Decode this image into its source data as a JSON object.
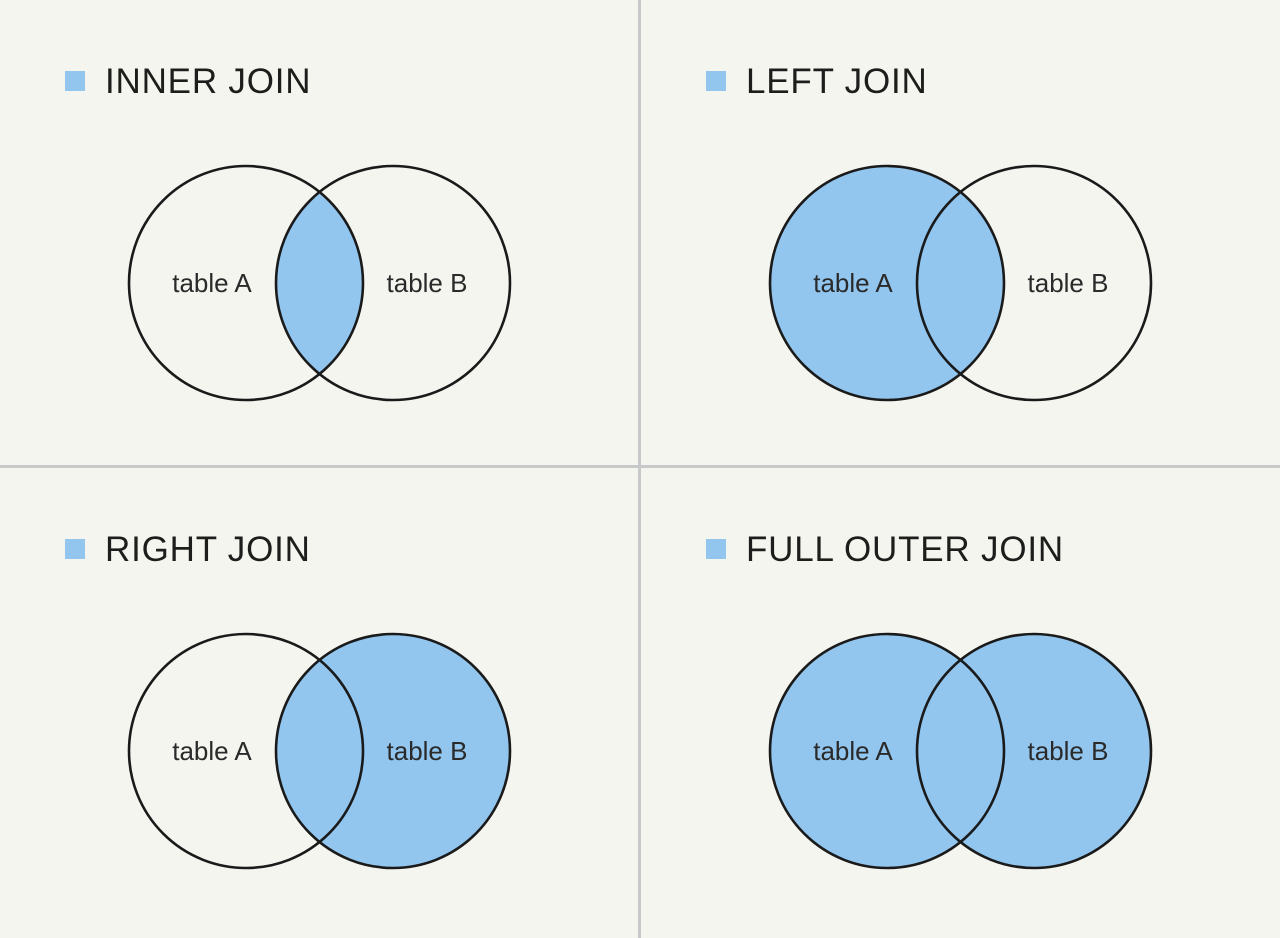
{
  "colors": {
    "background": "#F5F5F0",
    "divider": "#C7C8CA",
    "accent": "#92C6EF",
    "stroke": "#1A1A1A",
    "title-color": "#1D1D1B",
    "label-color": "#2A2A2A"
  },
  "panels": [
    {
      "title": "INNER JOIN",
      "label_a": "table A",
      "label_b": "table B",
      "circle_a_fill": "none",
      "circle_b_fill": "none",
      "intersection_fill": "#92C6EF"
    },
    {
      "title": "LEFT JOIN",
      "label_a": "table A",
      "label_b": "table B",
      "circle_a_fill": "#92C6EF",
      "circle_b_fill": "none",
      "intersection_fill": "#92C6EF"
    },
    {
      "title": "RIGHT JOIN",
      "label_a": "table A",
      "label_b": "table B",
      "circle_a_fill": "none",
      "circle_b_fill": "#92C6EF",
      "intersection_fill": "#92C6EF"
    },
    {
      "title": "FULL OUTER JOIN",
      "label_a": "table A",
      "label_b": "table B",
      "circle_a_fill": "#92C6EF",
      "circle_b_fill": "#92C6EF",
      "intersection_fill": "#92C6EF"
    }
  ]
}
